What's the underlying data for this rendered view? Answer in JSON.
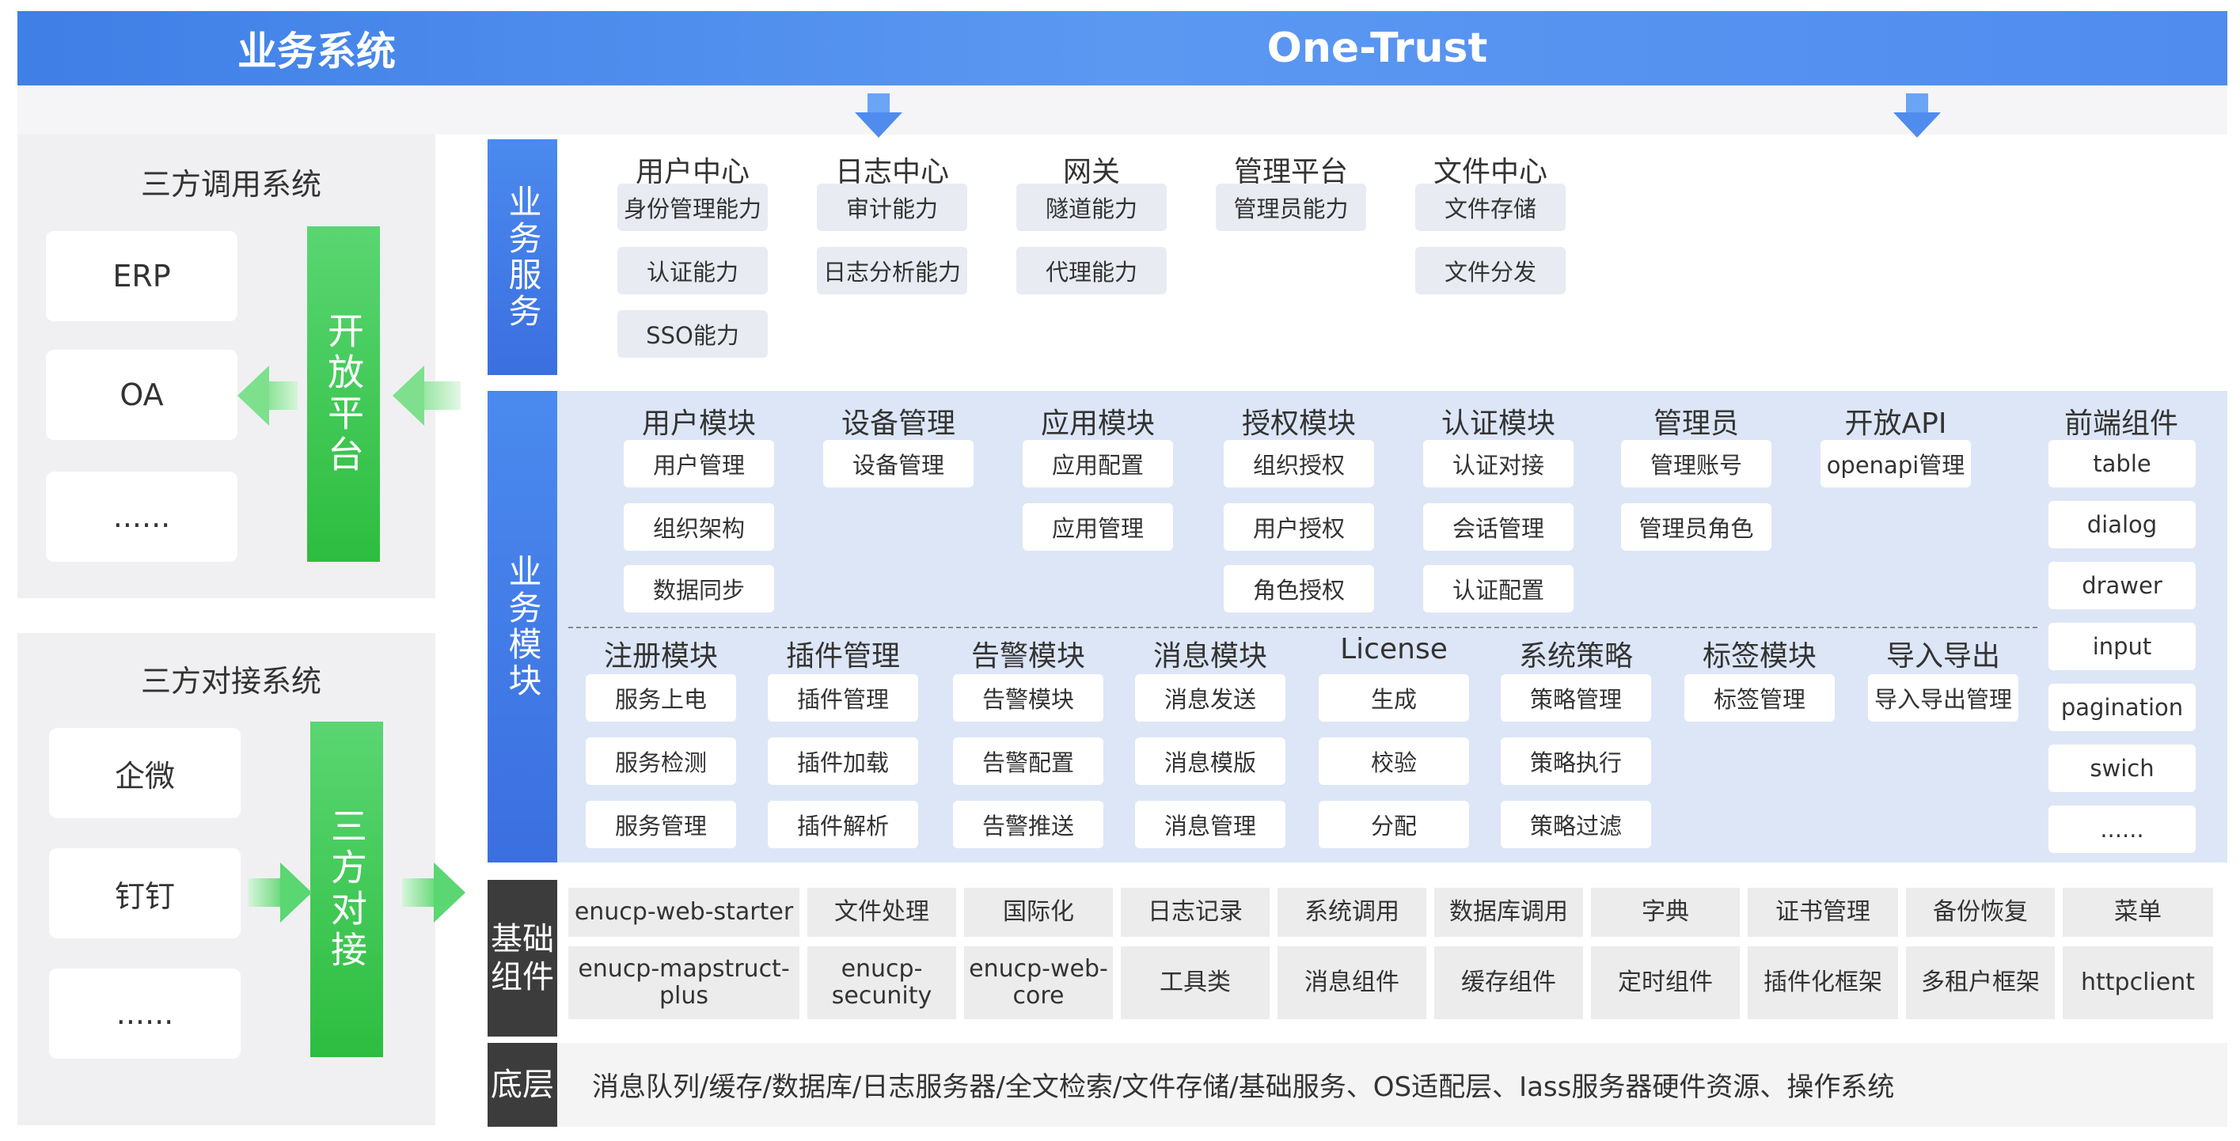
{
  "header": {
    "left_title": "业务系统",
    "right_title": "One-Trust"
  },
  "left": {
    "panel1": {
      "title": "三方调用系统",
      "items": [
        "ERP",
        "OA",
        "......"
      ],
      "bar_label": "开放平台"
    },
    "panel2": {
      "title": "三方对接系统",
      "items": [
        "企微",
        "钉钉",
        "......"
      ],
      "bar_label": "三方对接"
    }
  },
  "layers": {
    "service_label": "业务服务",
    "module_label": "业务模块",
    "foundation_label": "基础组件",
    "bottom_label": "底层"
  },
  "services": [
    {
      "title": "用户中心",
      "items": [
        "身份管理能力",
        "认证能力",
        "SSO能力"
      ]
    },
    {
      "title": "日志中心",
      "items": [
        "审计能力",
        "日志分析能力"
      ]
    },
    {
      "title": "网关",
      "items": [
        "隧道能力",
        "代理能力"
      ]
    },
    {
      "title": "管理平台",
      "items": [
        "管理员能力"
      ]
    },
    {
      "title": "文件中心",
      "items": [
        "文件存储",
        "文件分发"
      ]
    }
  ],
  "modules_top": [
    {
      "title": "用户模块",
      "items": [
        "用户管理",
        "组织架构",
        "数据同步"
      ]
    },
    {
      "title": "设备管理",
      "items": [
        "设备管理"
      ]
    },
    {
      "title": "应用模块",
      "items": [
        "应用配置",
        "应用管理"
      ]
    },
    {
      "title": "授权模块",
      "items": [
        "组织授权",
        "用户授权",
        "角色授权"
      ]
    },
    {
      "title": "认证模块",
      "items": [
        "认证对接",
        "会话管理",
        "认证配置"
      ]
    },
    {
      "title": "管理员",
      "items": [
        "管理账号",
        "管理员角色"
      ]
    },
    {
      "title": "开放API",
      "items": [
        "openapi管理"
      ]
    }
  ],
  "modules_bottom": [
    {
      "title": "注册模块",
      "items": [
        "服务上电",
        "服务检测",
        "服务管理"
      ]
    },
    {
      "title": "插件管理",
      "items": [
        "插件管理",
        "插件加载",
        "插件解析"
      ]
    },
    {
      "title": "告警模块",
      "items": [
        "告警模块",
        "告警配置",
        "告警推送"
      ]
    },
    {
      "title": "消息模块",
      "items": [
        "消息发送",
        "消息模版",
        "消息管理"
      ]
    },
    {
      "title": "License",
      "items": [
        "生成",
        "校验",
        "分配"
      ]
    },
    {
      "title": "系统策略",
      "items": [
        "策略管理",
        "策略执行",
        "策略过滤"
      ]
    },
    {
      "title": "标签模块",
      "items": [
        "标签管理"
      ]
    },
    {
      "title": "导入导出",
      "items": [
        "导入导出管理"
      ]
    }
  ],
  "frontend": {
    "title": "前端组件",
    "items": [
      "table",
      "dialog",
      "drawer",
      "input",
      "pagination",
      "swich",
      "......"
    ]
  },
  "foundation_row1": [
    "enucp-web-starter",
    "文件处理",
    "国际化",
    "日志记录",
    "系统调用",
    "数据库调用",
    "字典",
    "证书管理",
    "备份恢复",
    "菜单"
  ],
  "foundation_row2": [
    "enucp-mapstruct-plus",
    "enucp-\nsecunity",
    "enucp-web-\ncore",
    "工具类",
    "消息组件",
    "缓存组件",
    "定时组件",
    "插件化框架",
    "多租户框架",
    "httpclient"
  ],
  "bottom_text": "消息队列/缓存/数据库/日志服务器/全文检索/文件存储/基础服务、OS适配层、Iass服务器硬件资源、操作系统",
  "colors": {
    "blue": "#3f7fe6",
    "green": "#2dbd3f",
    "dark": "#3c3c3c",
    "module_bg": "#dde6f6"
  }
}
